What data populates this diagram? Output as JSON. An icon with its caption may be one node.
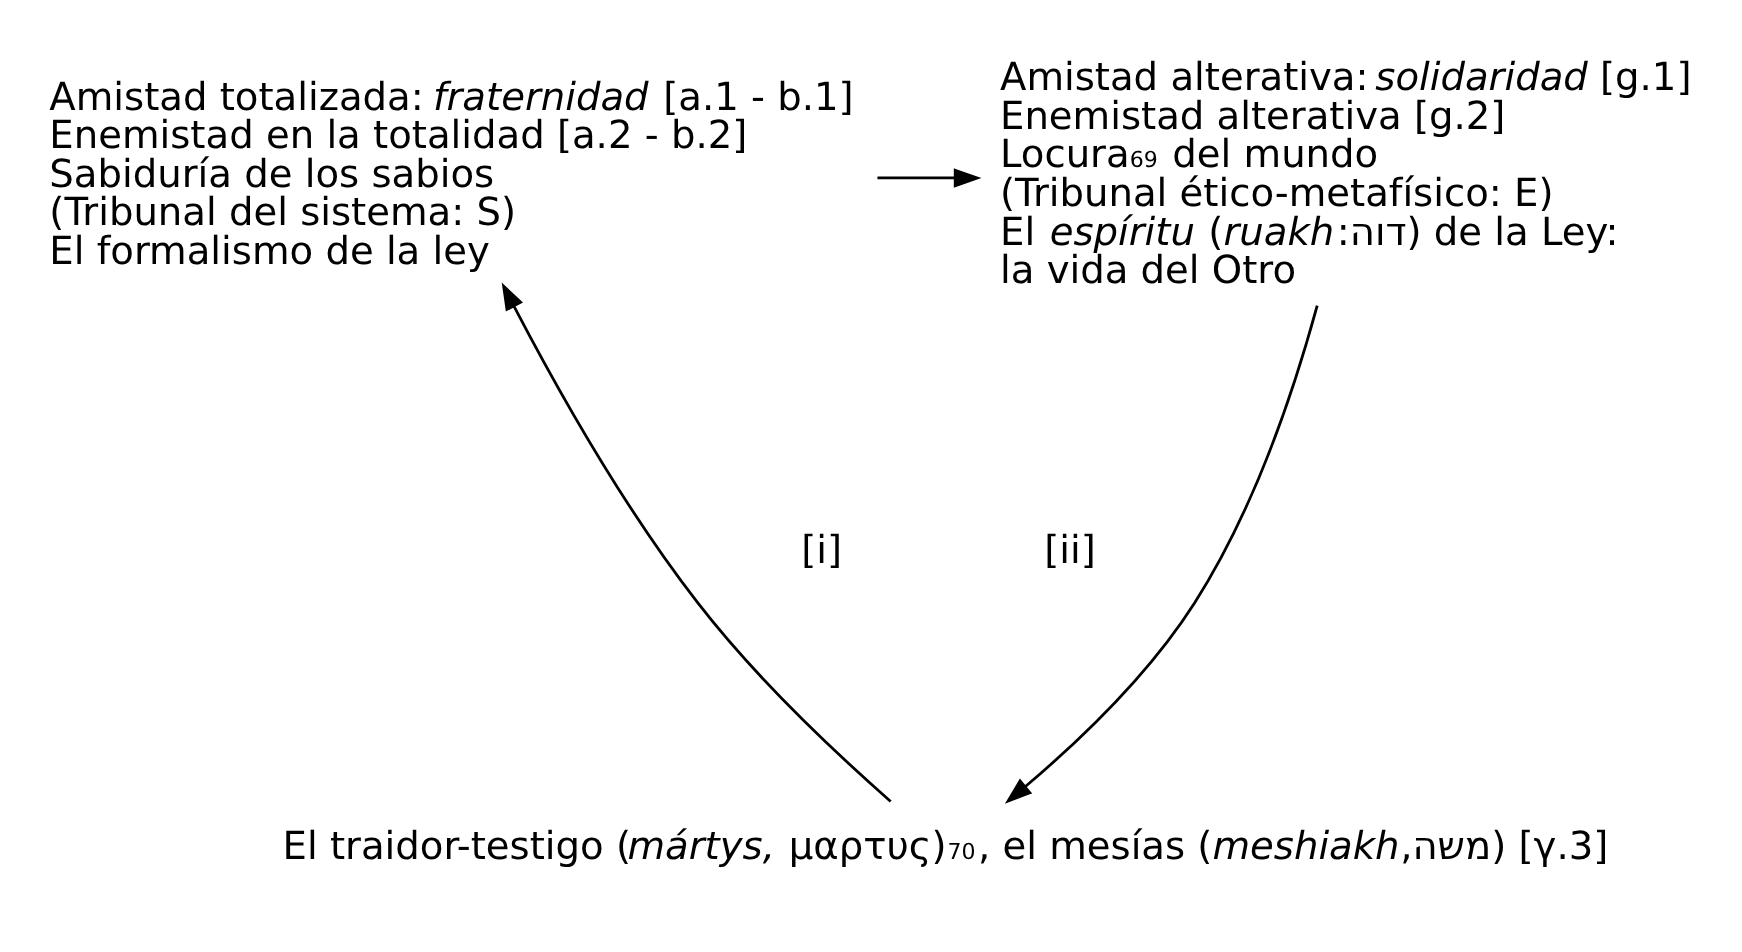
{
  "diagram": {
    "nodes": [
      {
        "text": [
          "Amistad totalizada: *fraternidad* [a.1 - b.1]",
          "Enemistad en la totalidad [a.2 - b.2]",
          "Sabiduría de los sabios",
          "(Tribunal del sistema: S)",
          "El formalismo de la ley"
        ]
      },
      {
        "text": [
          "Amistad alterativa: *solidaridad* [g.1]",
          "Enemistad alterativa [g.2]",
          "Locura$^{69}$ del mundo",
          "(Tribunal ético-metafísico: E)",
          "El *espíritu* (*ruakh*:דוה) de la Ley: la vida del Otro"
        ]
      },
      {
        "text": [
          "El traidor-testigo (*mártys,* μαρτυς)$^{70}$, el mesías (*meshiakh*,משה) [γ.3]"
        ]
      }
    ],
    "edges": [
      {
        "from": 0,
        "to": 1,
        "arrow": "to"
      },
      {
        "from": 2,
        "to": 0,
        "arrow": "to"
      },
      {
        "from": 1,
        "to": 2,
        "arrow": "to"
      }
    ],
    "labels": [
      "[i]",
      "[ii]"
    ]
  }
}
